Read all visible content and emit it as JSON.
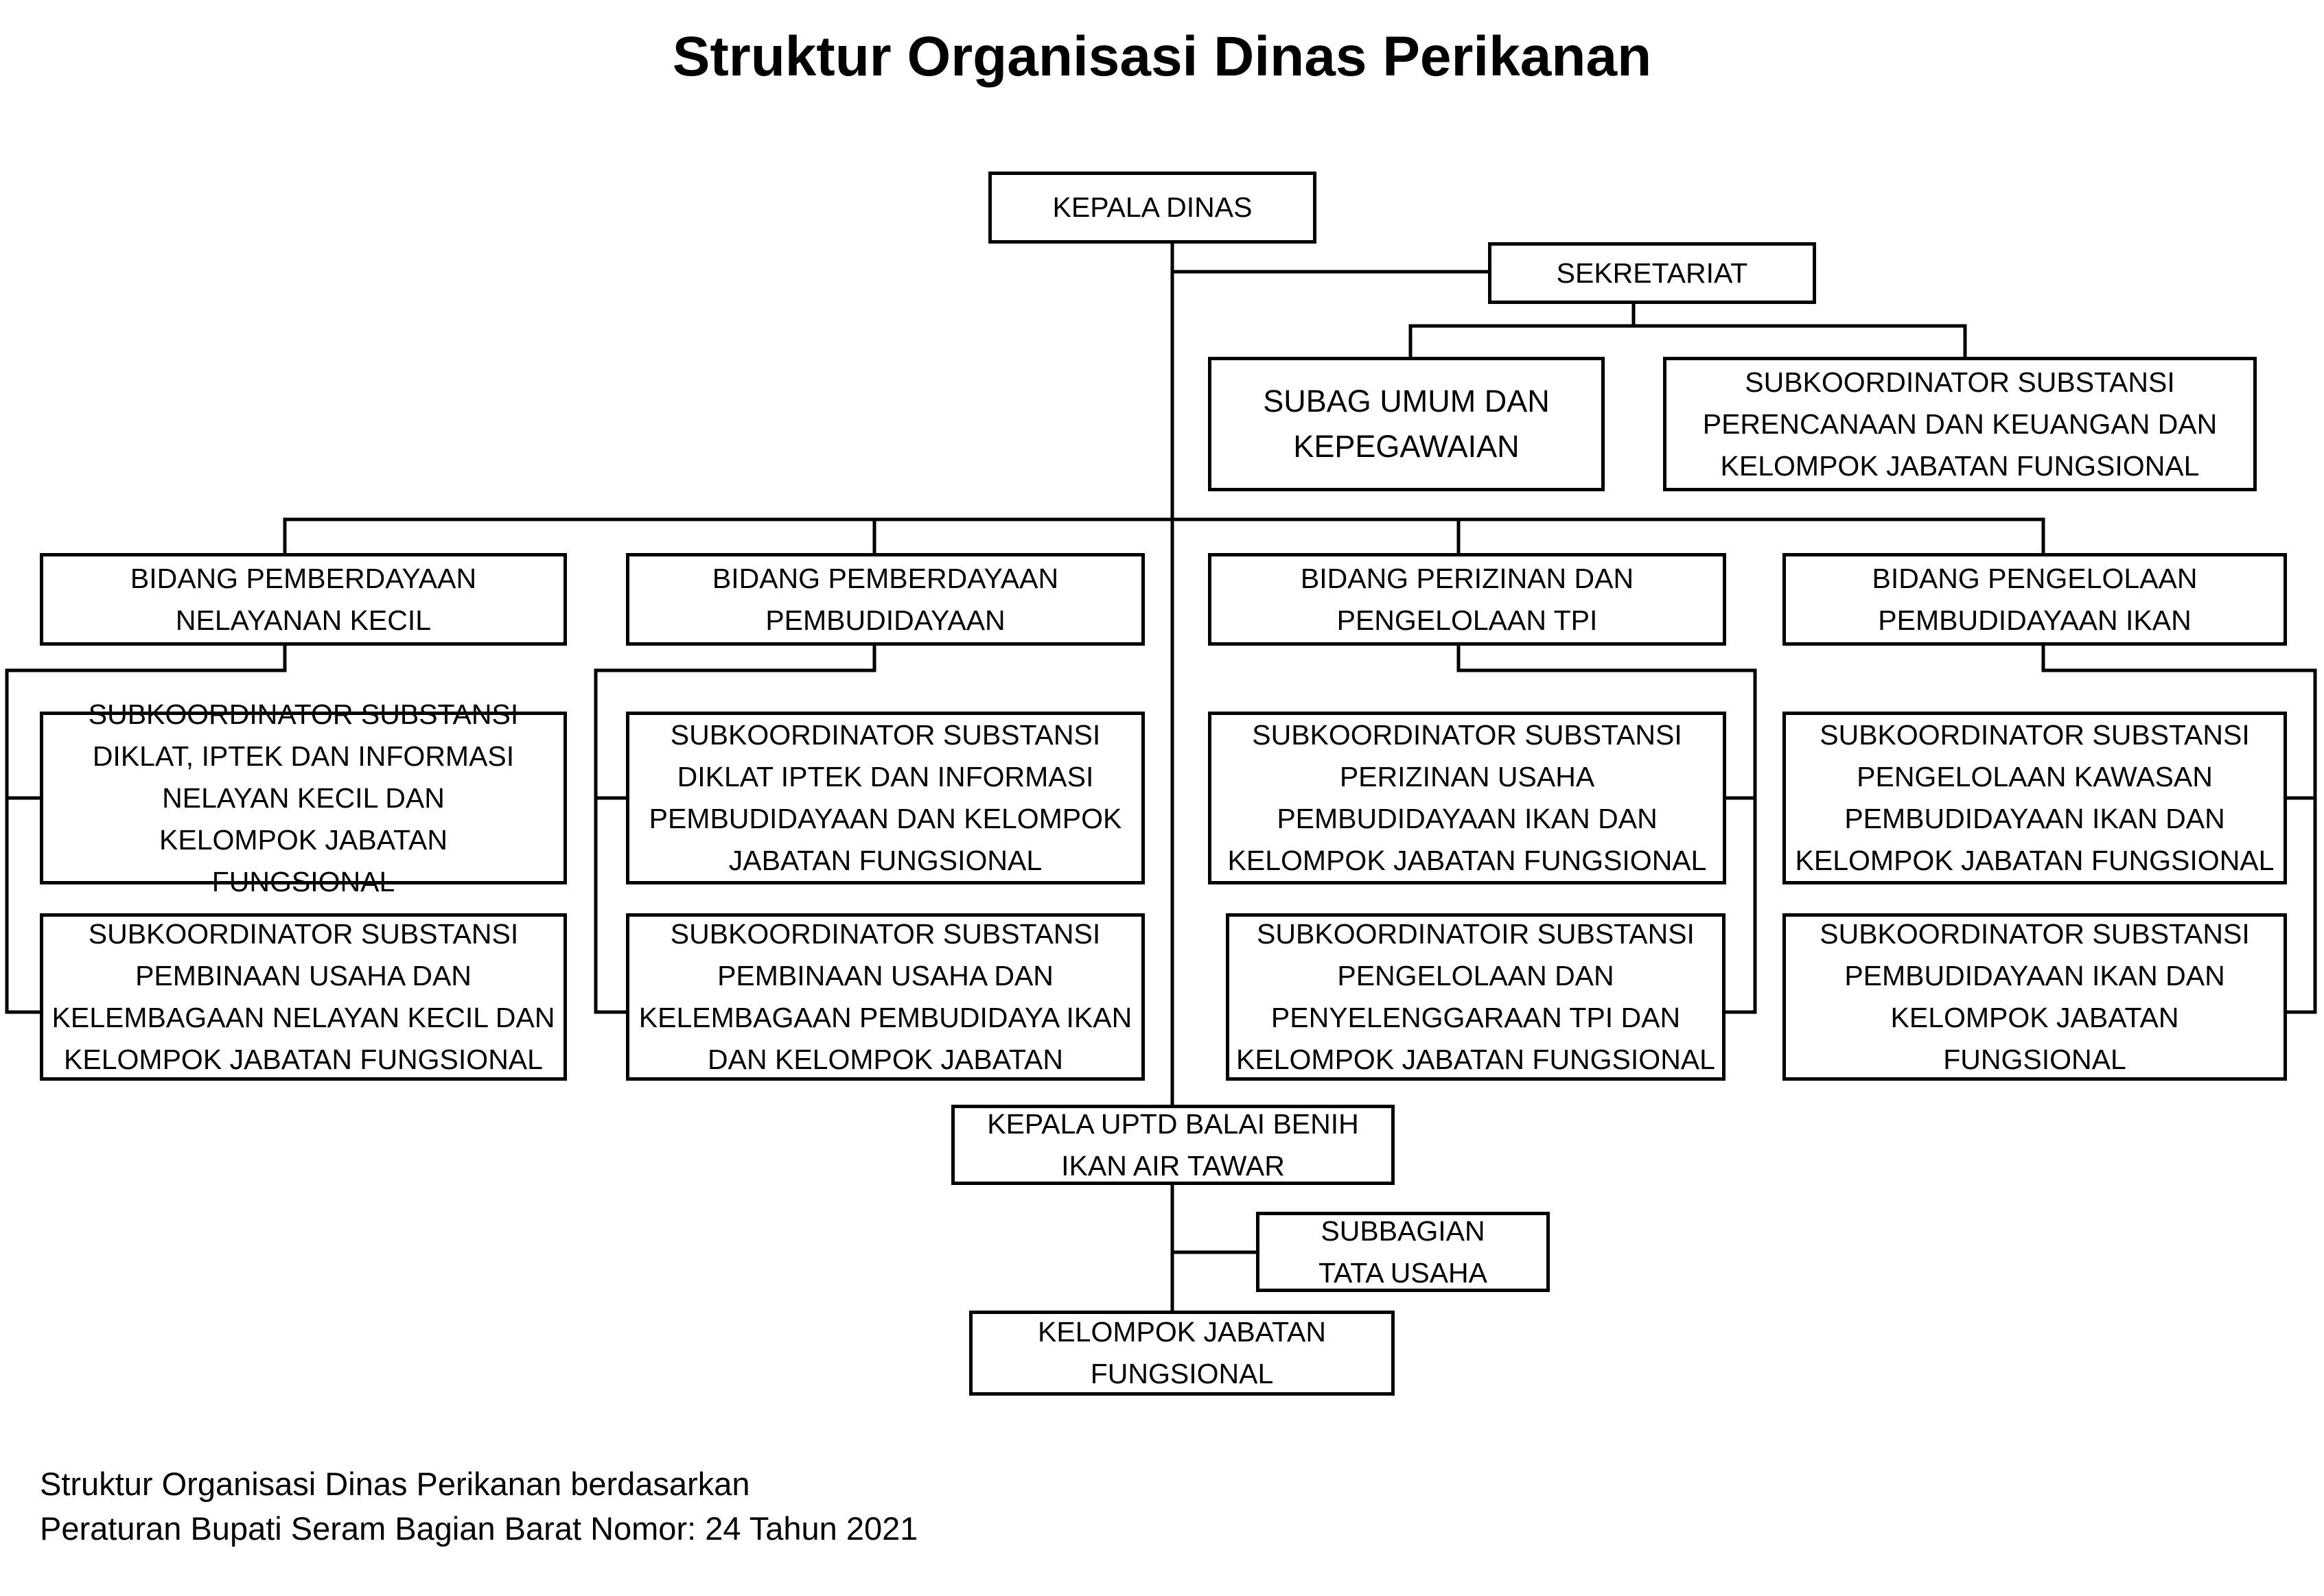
{
  "title": "Struktur Organisasi Dinas Perikanan",
  "nodes": {
    "kepala_dinas": "KEPALA DINAS",
    "sekretariat": "SEKRETARIAT",
    "subag_umum": "SUBAG UMUM DAN KEPEGAWAIAN",
    "sub_perencanaan": "SUBKOORDINATOR SUBSTANSI PERENCANAAN DAN KEUANGAN DAN KELOMPOK JABATAN FUNGSIONAL",
    "bidang_nelayan": "BIDANG PEMBERDAYAAN NELAYANAN KECIL",
    "bidang_pembudidayaan": "BIDANG PEMBERDAYAAN PEMBUDIDAYAAN",
    "bidang_perizinan": "BIDANG PERIZINAN DAN PENGELOLAAN TPI",
    "bidang_pengelolaan": "BIDANG PENGELOLAAN PEMBUDIDAYAAN IKAN",
    "sub_nelayan_1": "SUBKOORDINATOR SUBSTANSI DIKLAT, IPTEK DAN INFORMASI NELAYAN KECIL DAN KELOMPOK JABATAN FUNGSIONAL",
    "sub_nelayan_2": "SUBKOORDINATOR SUBSTANSI PEMBINAAN USAHA DAN KELEMBAGAAN NELAYAN KECIL DAN KELOMPOK JABATAN FUNGSIONAL",
    "sub_budidaya_1": "SUBKOORDINATOR SUBSTANSI DIKLAT IPTEK DAN INFORMASI PEMBUDIDAYAAN DAN KELOMPOK JABATAN FUNGSIONAL",
    "sub_budidaya_2": "SUBKOORDINATOR SUBSTANSI PEMBINAAN USAHA DAN KELEMBAGAAN PEMBUDIDAYA IKAN DAN KELOMPOK JABATAN",
    "sub_perizinan_1": "SUBKOORDINATOR SUBSTANSI PERIZINAN USAHA PEMBUDIDAYAAN IKAN DAN KELOMPOK JABATAN FUNGSIONAL",
    "sub_perizinan_2": "SUBKOORDINATOIR SUBSTANSI PENGELOLAAN DAN PENYELENGGARAAN TPI DAN KELOMPOK JABATAN FUNGSIONAL",
    "sub_pengelolaan_1": "SUBKOORDINATOR SUBSTANSI PENGELOLAAN KAWASAN PEMBUDIDAYAAN IKAN DAN KELOMPOK JABATAN FUNGSIONAL",
    "sub_pengelolaan_2": "SUBKOORDINATOR SUBSTANSI PEMBUDIDAYAAN IKAN DAN KELOMPOK JABATAN FUNGSIONAL",
    "kepala_uptd": "KEPALA UPTD BALAI BENIH IKAN AIR TAWAR",
    "subbagian_tata_usaha": "SUBBAGIAN TATA USAHA",
    "kelompok_jabatan": "KELOMPOK JABATAN FUNGSIONAL"
  },
  "footnote": {
    "line1": "Struktur Organisasi Dinas Perikanan berdasarkan",
    "line2": "Peraturan Bupati Seram Bagian Barat Nomor: 24 Tahun 2021"
  }
}
